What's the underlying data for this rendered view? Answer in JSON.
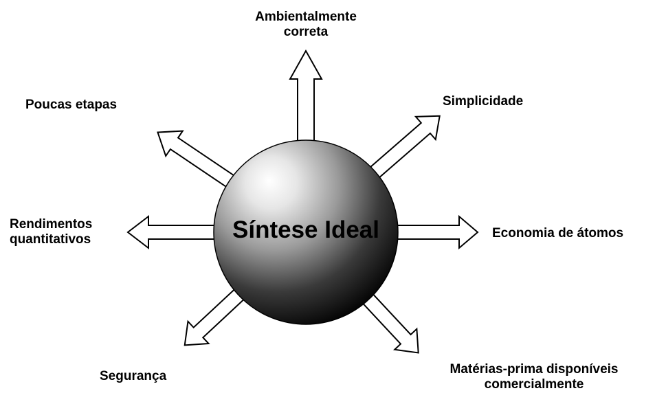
{
  "center": {
    "title": "Síntese Ideal"
  },
  "labels": {
    "top_line1": "Ambientalmente",
    "top_line2": "correta",
    "upper_left": "Poucas etapas",
    "upper_right": "Simplicidade",
    "left_line1": "Rendimentos",
    "left_line2": "quantitativos",
    "right": "Economia de átomos",
    "lower_left": "Segurança",
    "lower_right_line1": "Matérias-prima disponíveis",
    "lower_right_line2": "comercialmente"
  },
  "colors": {
    "sphere_highlight": "#ffffff",
    "sphere_shadow": "#000000",
    "arrow_fill": "#ffffff",
    "arrow_stroke": "#000000"
  }
}
